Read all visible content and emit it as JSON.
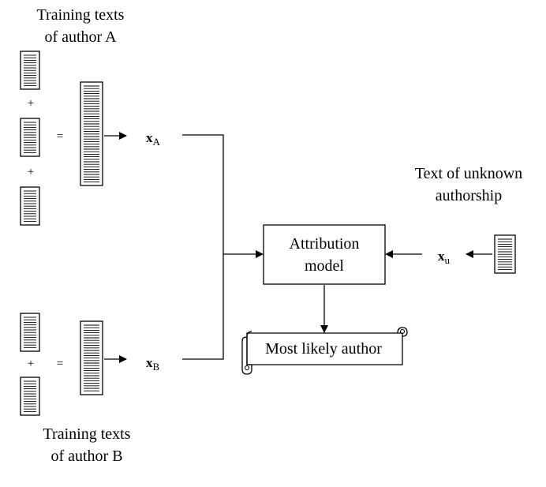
{
  "author_a": {
    "caption_line1": "Training texts",
    "caption_line2": "of author A",
    "plus": "+",
    "equals": "=",
    "vector": "x",
    "vector_sub": "A"
  },
  "author_b": {
    "caption_line1": "Training texts",
    "caption_line2": "of author B",
    "plus": "+",
    "equals": "=",
    "vector": "x",
    "vector_sub": "B"
  },
  "unknown": {
    "caption_line1": "Text of unknown",
    "caption_line2": "authorship",
    "vector": "x",
    "vector_sub": "u"
  },
  "model": {
    "line1": "Attribution",
    "line2": "model"
  },
  "result": {
    "label": "Most likely author"
  },
  "colors": {
    "stroke": "#000000",
    "background": "#ffffff"
  }
}
